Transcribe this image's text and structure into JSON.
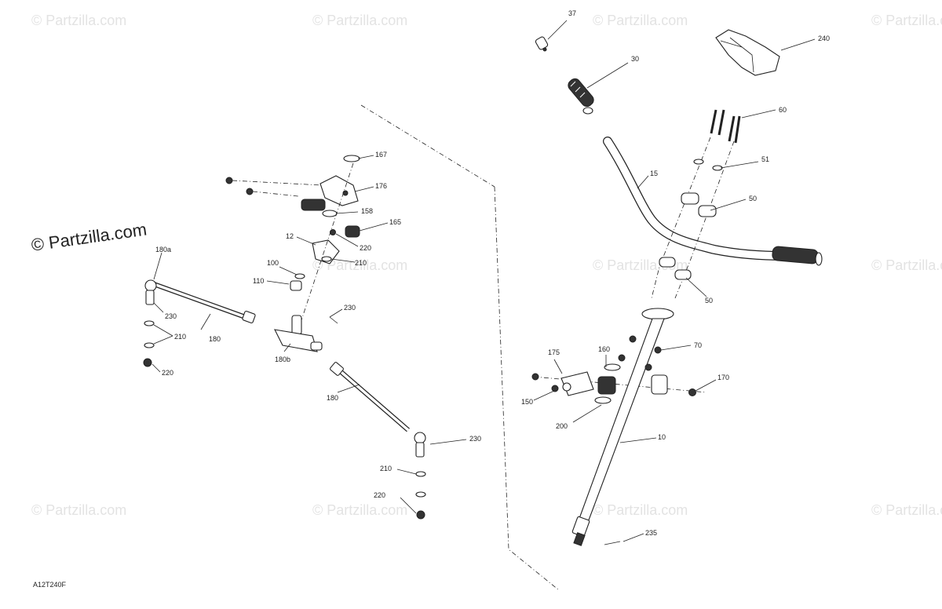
{
  "watermark_text": "© Partzilla.com",
  "reference_code": "A12T240F",
  "callouts": [
    {
      "id": "c37",
      "label": "37"
    },
    {
      "id": "c30",
      "label": "30"
    },
    {
      "id": "c240",
      "label": "240"
    },
    {
      "id": "c60",
      "label": "60"
    },
    {
      "id": "c51",
      "label": "51"
    },
    {
      "id": "c15",
      "label": "15"
    },
    {
      "id": "c50a",
      "label": "50"
    },
    {
      "id": "c50b",
      "label": "50"
    },
    {
      "id": "c70",
      "label": "70"
    },
    {
      "id": "c170",
      "label": "170"
    },
    {
      "id": "c175",
      "label": "175"
    },
    {
      "id": "c160",
      "label": "160"
    },
    {
      "id": "c150",
      "label": "150"
    },
    {
      "id": "c200",
      "label": "200"
    },
    {
      "id": "c10",
      "label": "10"
    },
    {
      "id": "c235",
      "label": "235"
    },
    {
      "id": "c167",
      "label": "167"
    },
    {
      "id": "c176",
      "label": "176"
    },
    {
      "id": "c158",
      "label": "158"
    },
    {
      "id": "c165",
      "label": "165"
    },
    {
      "id": "c12",
      "label": "12"
    },
    {
      "id": "c220a",
      "label": "220"
    },
    {
      "id": "c210a",
      "label": "210"
    },
    {
      "id": "c100",
      "label": "100"
    },
    {
      "id": "c110",
      "label": "110"
    },
    {
      "id": "c230a",
      "label": "230"
    },
    {
      "id": "c180a",
      "label": "180a"
    },
    {
      "id": "c230b",
      "label": "230"
    },
    {
      "id": "c180",
      "label": "180"
    },
    {
      "id": "c210b",
      "label": "210"
    },
    {
      "id": "c220b",
      "label": "220"
    },
    {
      "id": "c180b",
      "label": "180b"
    },
    {
      "id": "c180c",
      "label": "180"
    },
    {
      "id": "c230c",
      "label": "230"
    },
    {
      "id": "c210c",
      "label": "210"
    },
    {
      "id": "c220c",
      "label": "220"
    }
  ]
}
